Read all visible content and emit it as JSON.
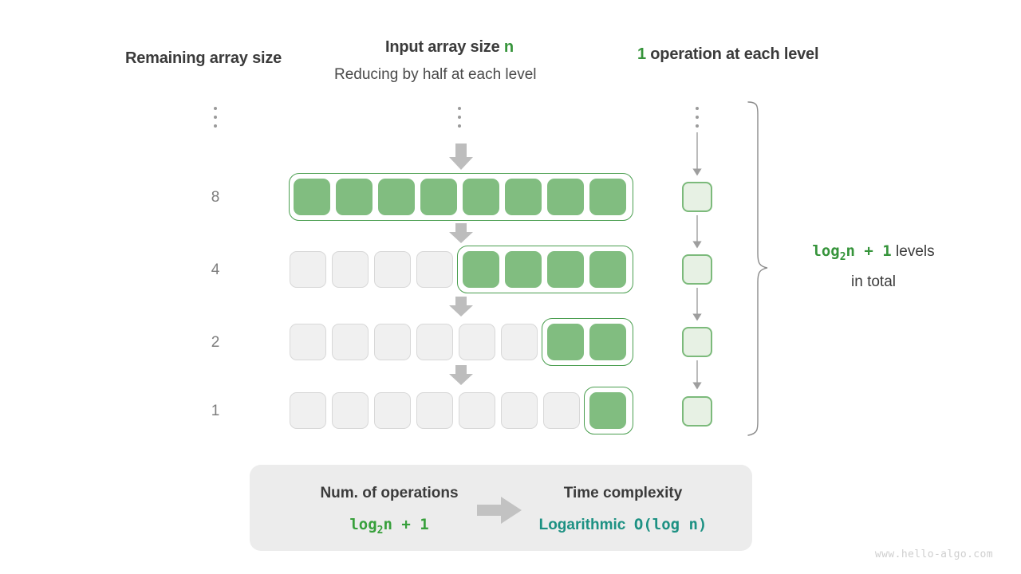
{
  "headers": {
    "remaining": "Remaining array size",
    "input_prefix": "Input array size ",
    "input_var": "n",
    "input_sub": "Reducing by half at each level",
    "ops_count": "1",
    "ops_rest": " operation at each level"
  },
  "levels": [
    {
      "size_label": "8",
      "total_cells": 8,
      "active_cells": 8
    },
    {
      "size_label": "4",
      "total_cells": 8,
      "active_cells": 4
    },
    {
      "size_label": "2",
      "total_cells": 8,
      "active_cells": 2
    },
    {
      "size_label": "1",
      "total_cells": 8,
      "active_cells": 1
    }
  ],
  "brace": {
    "formula": "log",
    "formula_sub": "2",
    "formula_tail": "n + 1",
    "text_after": " levels",
    "text_line2": "in total"
  },
  "summary": {
    "left_title": "Num. of operations",
    "left_value": "log",
    "left_value_sub": "2",
    "left_value_tail": "n + 1",
    "right_title": "Time complexity",
    "right_value": "Logarithmic",
    "right_value_code": "O(log n)"
  },
  "watermark": "www.hello-algo.com",
  "colors": {
    "active_green": "#81bd80",
    "outline_green": "#4a9e4f",
    "inactive_gray": "#f0f0f0",
    "accent_green": "#36943b",
    "teal": "#1d9183",
    "arrow_gray": "#bdbdbd",
    "summary_bg": "#ececec"
  }
}
